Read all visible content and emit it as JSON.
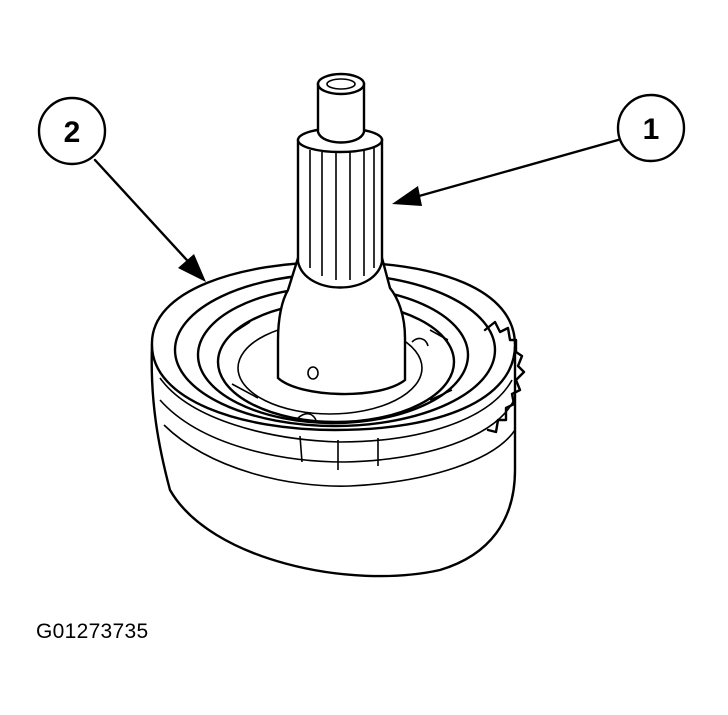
{
  "callouts": [
    {
      "id": "callout-1",
      "label": "1"
    },
    {
      "id": "callout-2",
      "label": "2"
    }
  ],
  "figure_id": "G01273735",
  "colors": {
    "ink": "#000000",
    "paper": "#ffffff"
  }
}
